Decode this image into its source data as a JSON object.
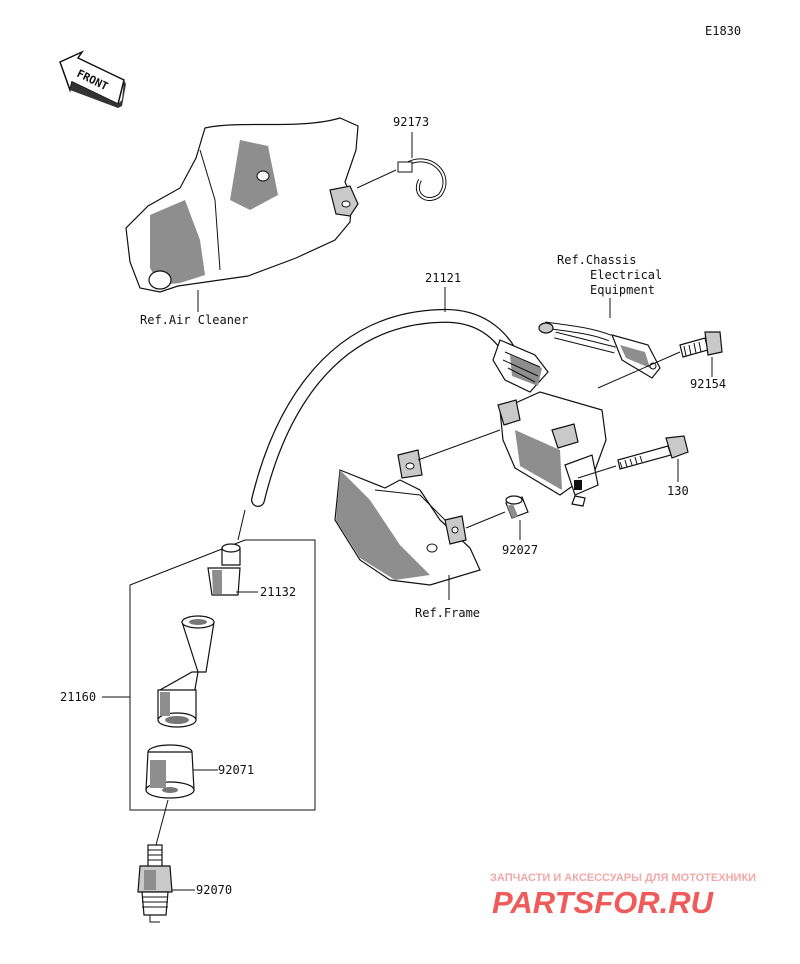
{
  "diagram_code": "E1830",
  "front_label": "FRONT",
  "parts": {
    "clamp": "92173",
    "cable": "21121",
    "bolt_small": "92154",
    "bolt_long": "130",
    "spacer": "92027",
    "cap": "21132",
    "cap_assy": "21160",
    "plug_cover": "92071",
    "spark_plug": "92070"
  },
  "refs": {
    "air_cleaner": "Ref.Air Cleaner",
    "chassis_line1": "Ref.Chassis",
    "chassis_line2": "Electrical",
    "chassis_line3": "Equipment",
    "frame": "Ref.Frame"
  },
  "watermark": {
    "tagline": "ЗАПЧАСТИ И АКСЕССУАРЫ ДЛЯ МОТОТЕХНИКИ",
    "brand": "PARTSFOR.RU"
  }
}
